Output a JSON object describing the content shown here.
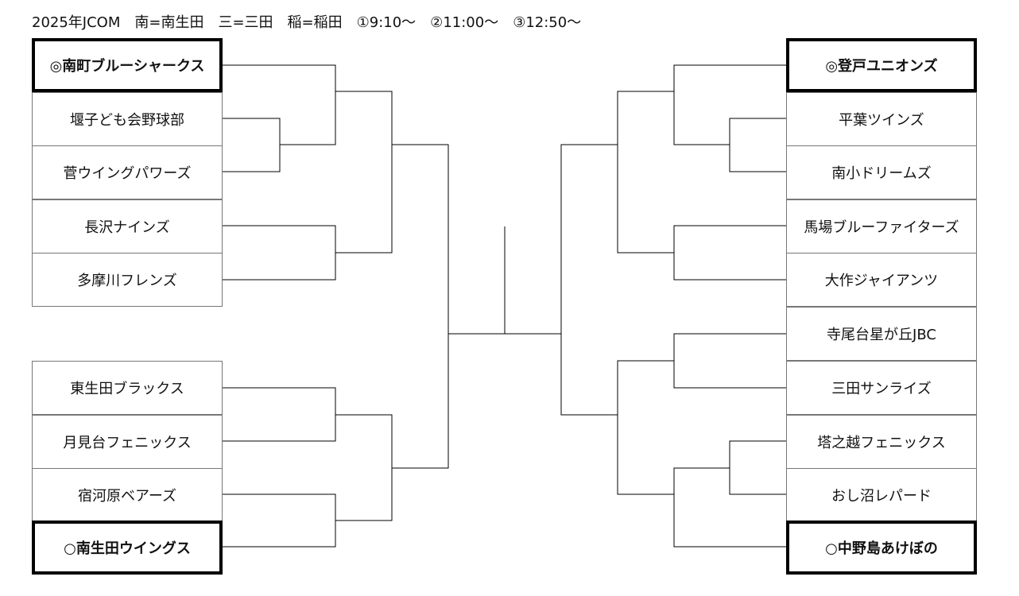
{
  "header": {
    "text": "2025年JCOM　南=南生田　三=三田　稲=稲田　①9:10〜　②11:00〜　③12:50〜"
  },
  "left_teams": [
    {
      "name": "◎南町ブルーシャークス",
      "seed": true
    },
    {
      "name": "堰子ども会野球部",
      "seed": false
    },
    {
      "name": "菅ウイングパワーズ",
      "seed": false
    },
    {
      "name": "長沢ナインズ",
      "seed": false
    },
    {
      "name": "多摩川フレンズ",
      "seed": false
    },
    {
      "name": "東生田ブラックス",
      "seed": false
    },
    {
      "name": "月見台フェニックス",
      "seed": false
    },
    {
      "name": "宿河原ベアーズ",
      "seed": false
    },
    {
      "name": "○南生田ウイングス",
      "seed": true
    }
  ],
  "right_teams": [
    {
      "name": "◎登戸ユニオンズ",
      "seed": true
    },
    {
      "name": "平葉ツインズ",
      "seed": false
    },
    {
      "name": "南小ドリームズ",
      "seed": false
    },
    {
      "name": "馬場ブルーファイターズ",
      "seed": false
    },
    {
      "name": "大作ジャイアンツ",
      "seed": false
    },
    {
      "name": "寺尾台星が丘JBC",
      "seed": false
    },
    {
      "name": "三田サンライズ",
      "seed": false
    },
    {
      "name": "塔之越フェニックス",
      "seed": false
    },
    {
      "name": "おし沼レパード",
      "seed": false
    },
    {
      "name": "○中野島あけぼの",
      "seed": true
    }
  ]
}
